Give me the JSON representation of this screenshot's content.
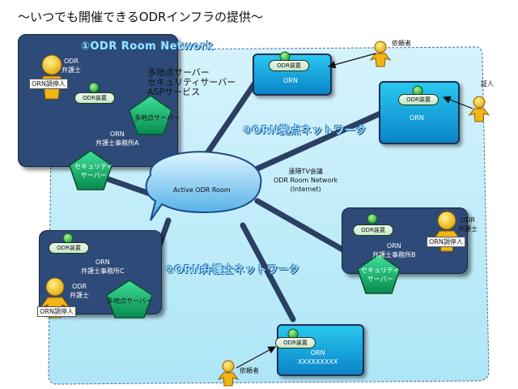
{
  "title": "〜いつでも開催できるODRインフラの提供〜",
  "network_labels": {
    "room_network": "①ODR Room Network",
    "base_network": "③ORN拠点ネットワーク",
    "lawyer_network": "②ORN弁護士ネットワーク"
  },
  "center": {
    "label": "Active ODR Room",
    "caption_1": "遠隔TV会議",
    "caption_2": "ODR Room Network",
    "caption_3": "(Internet)"
  },
  "services": {
    "line_1": "多地点サーバー",
    "line_2": "セキュリティサーバー",
    "line_3": "ASPサービス"
  },
  "office_a": {
    "lawyer_1": "ODR",
    "lawyer_2": "弁護士",
    "mediator": "ORN調停人",
    "device": "ODR装置",
    "server": "多地点サーバー",
    "orn": "ORN",
    "name": "弁護士事務所A",
    "security_1": "セキュリティ",
    "security_2": "サーバー"
  },
  "office_b": {
    "device": "ODR装置",
    "orn": "ORN",
    "name": "弁護士事務所B",
    "lawyer_1": "ODR",
    "lawyer_2": "弁護士",
    "mediator": "ORN調停人",
    "security_1": "セキュリティ",
    "security_2": "サーバー"
  },
  "office_c": {
    "device": "ODR装置",
    "orn": "ORN",
    "name": "弁護士事務所C",
    "lawyer_1": "ODR",
    "lawyer_2": "弁護士",
    "mediator": "ORN調停人",
    "server": "多地点サーバー"
  },
  "node_top": {
    "device": "ODR装置",
    "orn": "ORN",
    "person": "依頼者"
  },
  "node_right": {
    "device": "ODR装置",
    "orn": "ORN",
    "person": "証人"
  },
  "node_bottom": {
    "device": "ODR装置",
    "orn": "ORN",
    "code": "XXXXXXXXX",
    "person": "依頼者"
  }
}
